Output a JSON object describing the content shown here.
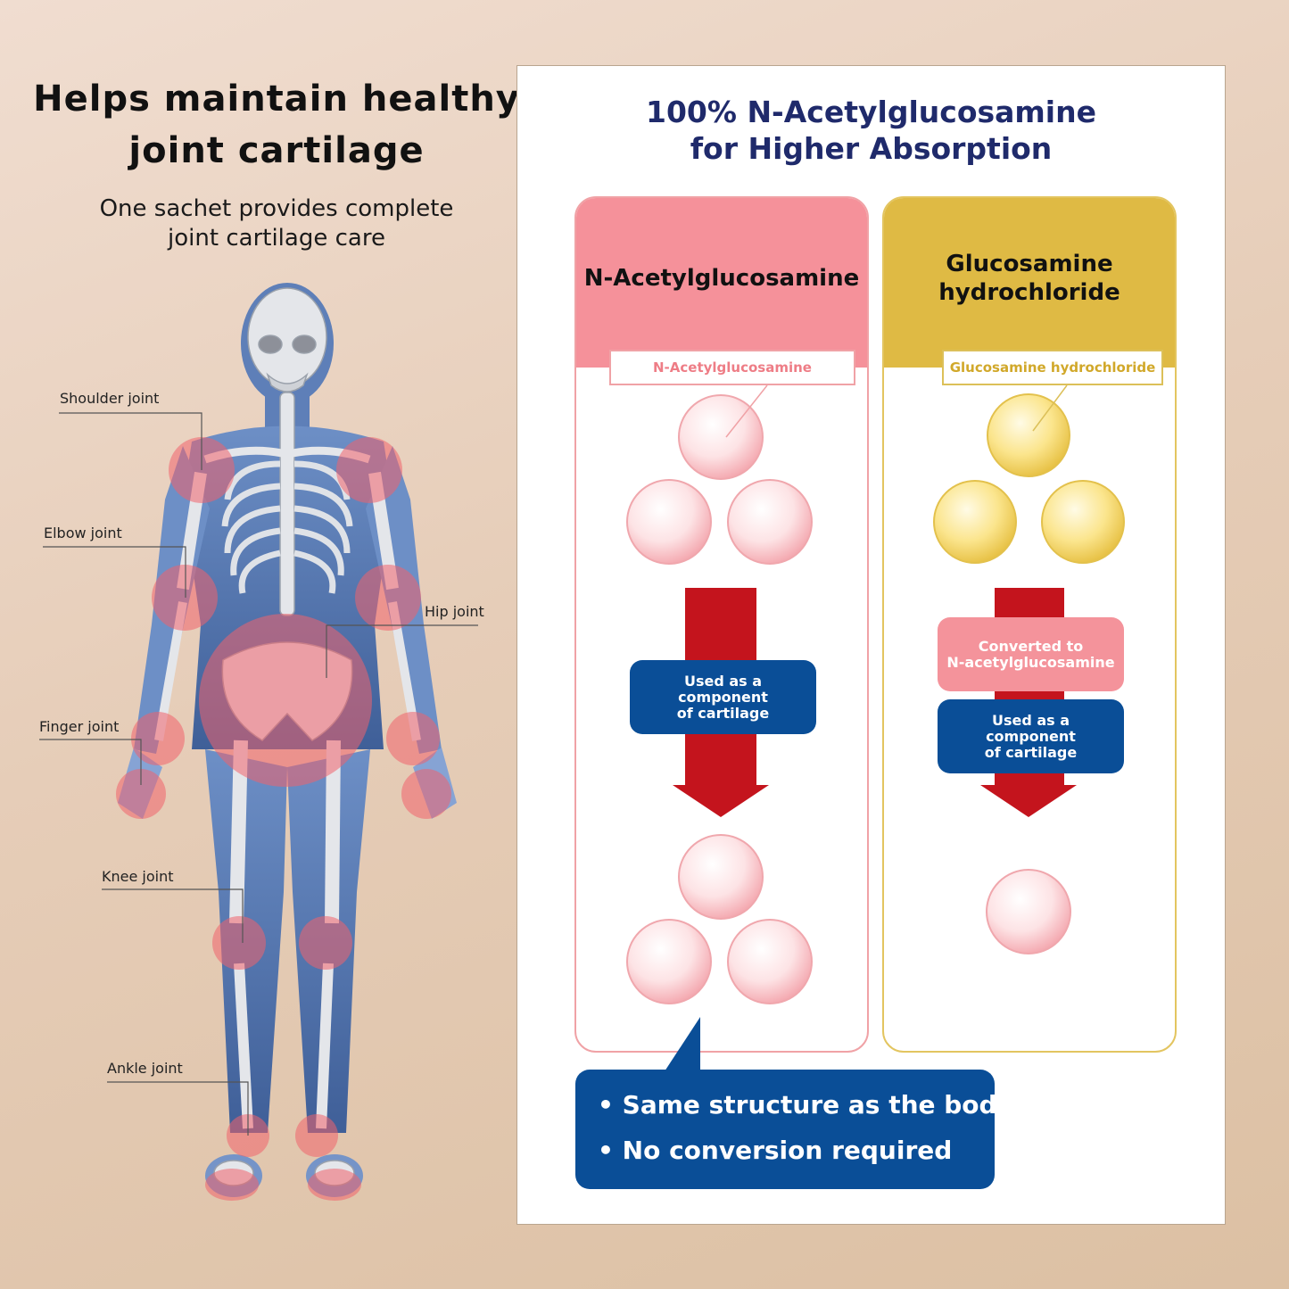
{
  "left": {
    "headline_line1": "Helps maintain healthy",
    "headline_line2": "joint cartilage",
    "subline_line1": "One sachet provides complete",
    "subline_line2": "joint cartilage care",
    "joints": {
      "shoulder": "Shoulder joint",
      "elbow": "Elbow joint",
      "hip": "Hip joint",
      "finger": "Finger joint",
      "knee": "Knee joint",
      "ankle": "Ankle joint"
    }
  },
  "panel": {
    "title_line1": "100% N-Acetylglucosamine",
    "title_line2": "for Higher Absorption",
    "col_nag": {
      "title": "N-Acetylglucosamine",
      "tag": "N-Acetylglucosamine",
      "pill": [
        "Used as a component",
        "of cartilage"
      ]
    },
    "col_gh": {
      "title_line1": "Glucosamine",
      "title_line2": "hydrochloride",
      "tag": "Glucosamine hydrochloride",
      "pill_convert": [
        "Converted to",
        "N-acetylglucosamine"
      ],
      "pill_use": [
        "Used as a component",
        "of cartilage"
      ]
    },
    "callout": {
      "bullets": [
        "Same structure as the body",
        "No conversion required"
      ]
    }
  },
  "colors": {
    "pink": "#f5919a",
    "gold": "#dfba44",
    "navy": "#0a4e97",
    "arrow_red": "#c4141d",
    "title_navy": "#1f2a6b"
  }
}
